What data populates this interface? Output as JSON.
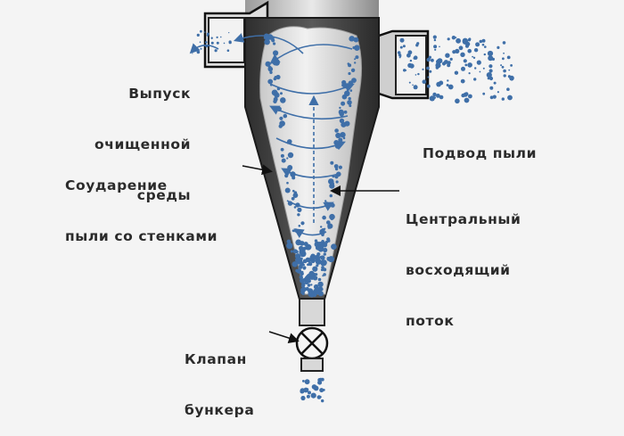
{
  "labels": {
    "outlet": [
      "Выпуск",
      "очищенной",
      "среды"
    ],
    "inlet": [
      "Подвод пыли"
    ],
    "collision": [
      "Соударение",
      "пыли со стенками"
    ],
    "central_flow": [
      "Центральный",
      "восходящий",
      "поток"
    ],
    "valve": [
      "Клапан",
      "бункера"
    ]
  },
  "colors": {
    "background": "#f4f4f4",
    "body_dark": "#3b3b3b",
    "body_light": "#e8e8e8",
    "interior": "#d9d9d9",
    "particles": "#3f6fa8",
    "text": "#2b2b2b"
  }
}
